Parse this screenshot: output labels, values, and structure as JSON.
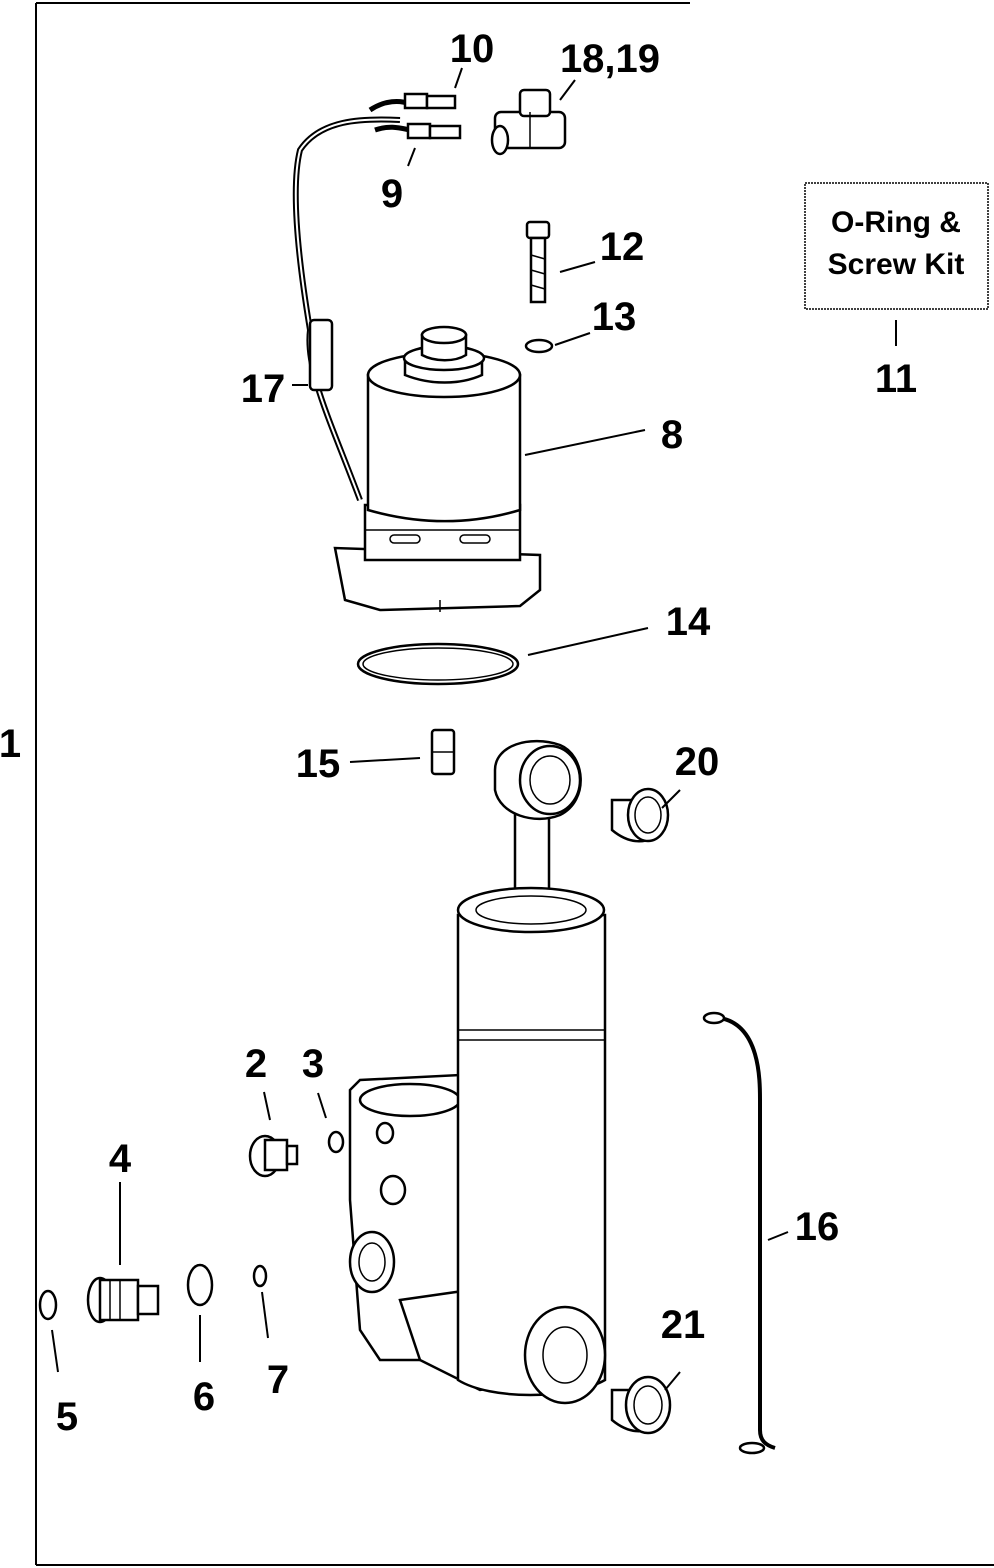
{
  "labels": {
    "l1": "1",
    "l2": "2",
    "l3": "3",
    "l4": "4",
    "l5": "5",
    "l6": "6",
    "l7": "7",
    "l8": "8",
    "l9": "9",
    "l10": "10",
    "l11": "11",
    "l12": "12",
    "l13": "13",
    "l14": "14",
    "l15": "15",
    "l16": "16",
    "l17": "17",
    "l18_19": "18,19",
    "l20": "20",
    "l21": "21"
  },
  "kit_box": {
    "line1": "O-Ring &",
    "line2": "Screw Kit"
  }
}
